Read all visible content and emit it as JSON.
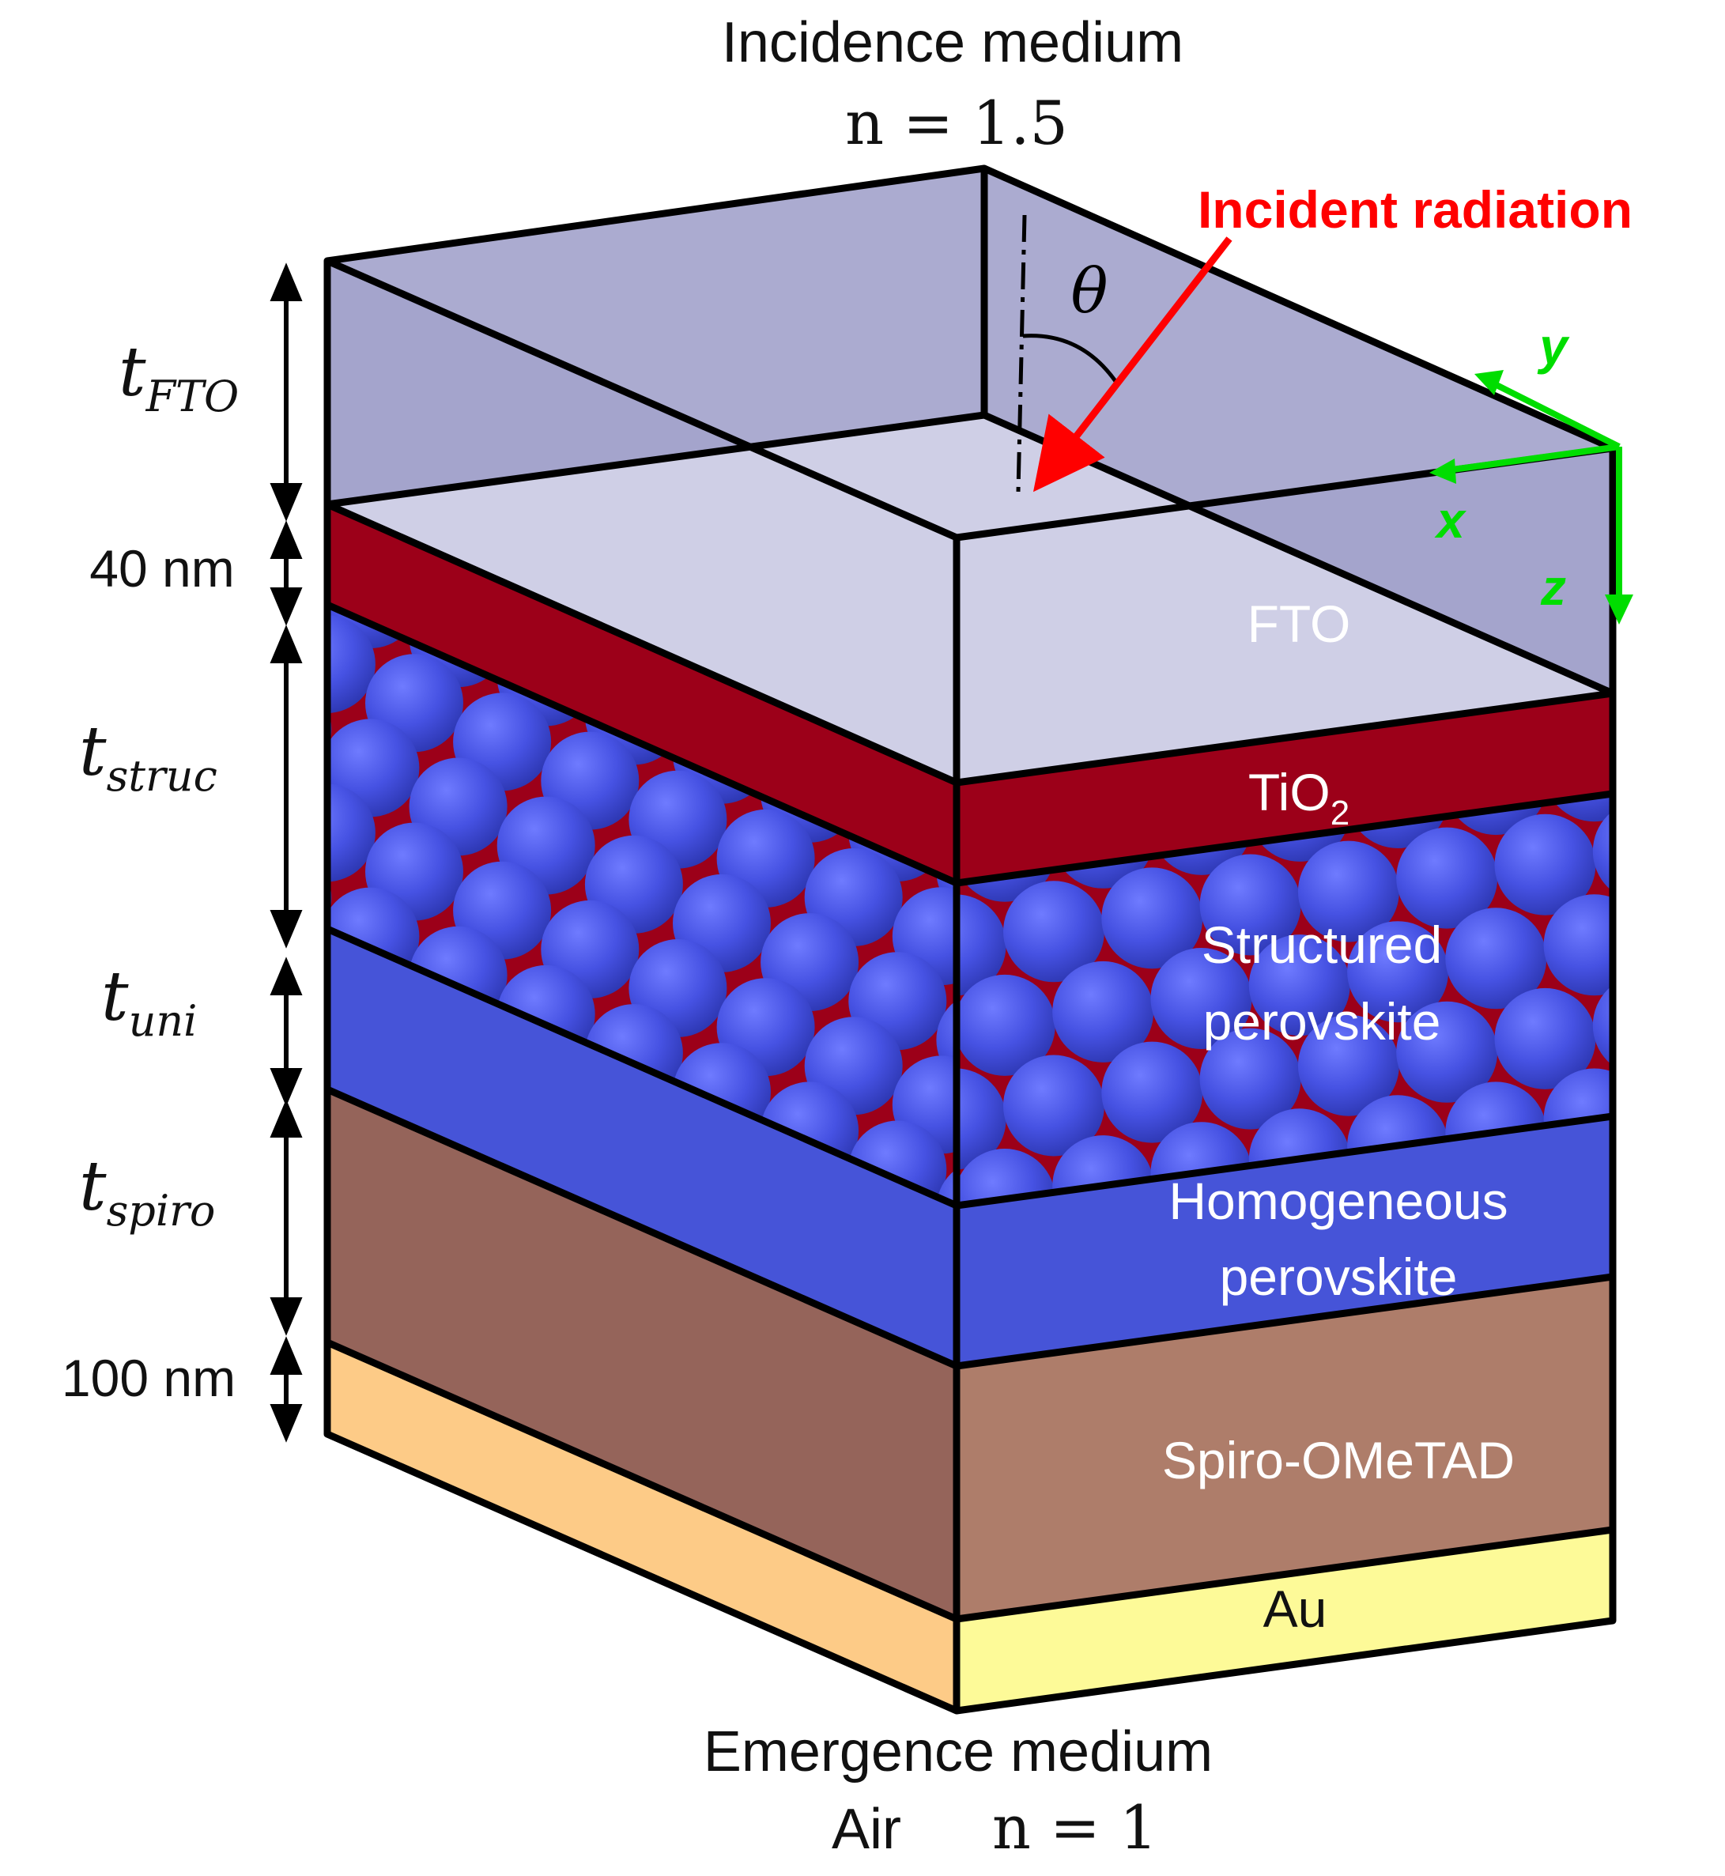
{
  "incidence": {
    "title": "Incidence medium",
    "n_text": "n = 1.5"
  },
  "emergence": {
    "title": "Emergence medium",
    "medium": "Air",
    "n_text": "n = 1"
  },
  "radiation": {
    "label": "Incident radiation",
    "angle_symbol": "θ",
    "color": "#ff0000"
  },
  "axes": {
    "x": "x",
    "y": "y",
    "z": "z",
    "color": "#00dd00"
  },
  "thickness": {
    "fto": {
      "base": "t",
      "sub": "FTO"
    },
    "tio2": "40 nm",
    "struc": {
      "base": "t",
      "sub": "struc"
    },
    "uni": {
      "base": "t",
      "sub": "uni"
    },
    "spiro": {
      "base": "t",
      "sub": "spiro"
    },
    "au": "100 nm"
  },
  "layers": {
    "fto": "FTO",
    "tio2": {
      "base": "TiO",
      "sub": "2"
    },
    "structured": [
      "Structured",
      "perovskite"
    ],
    "homogeneous": [
      "Homogeneous",
      "perovskite"
    ],
    "spiro": "Spiro-OMeTAD",
    "au": "Au"
  },
  "colors": {
    "fto_side": "#a4a4cc",
    "fto_top": "#cfcfe6",
    "tio2": "#9c0019",
    "sphere": "#4b56e6",
    "homogeneous": "#4654d8",
    "spiro_left": "#95645a",
    "spiro_right": "#ae7d6a",
    "au_left": "#fdcb87",
    "au_right": "#fdfa98"
  }
}
